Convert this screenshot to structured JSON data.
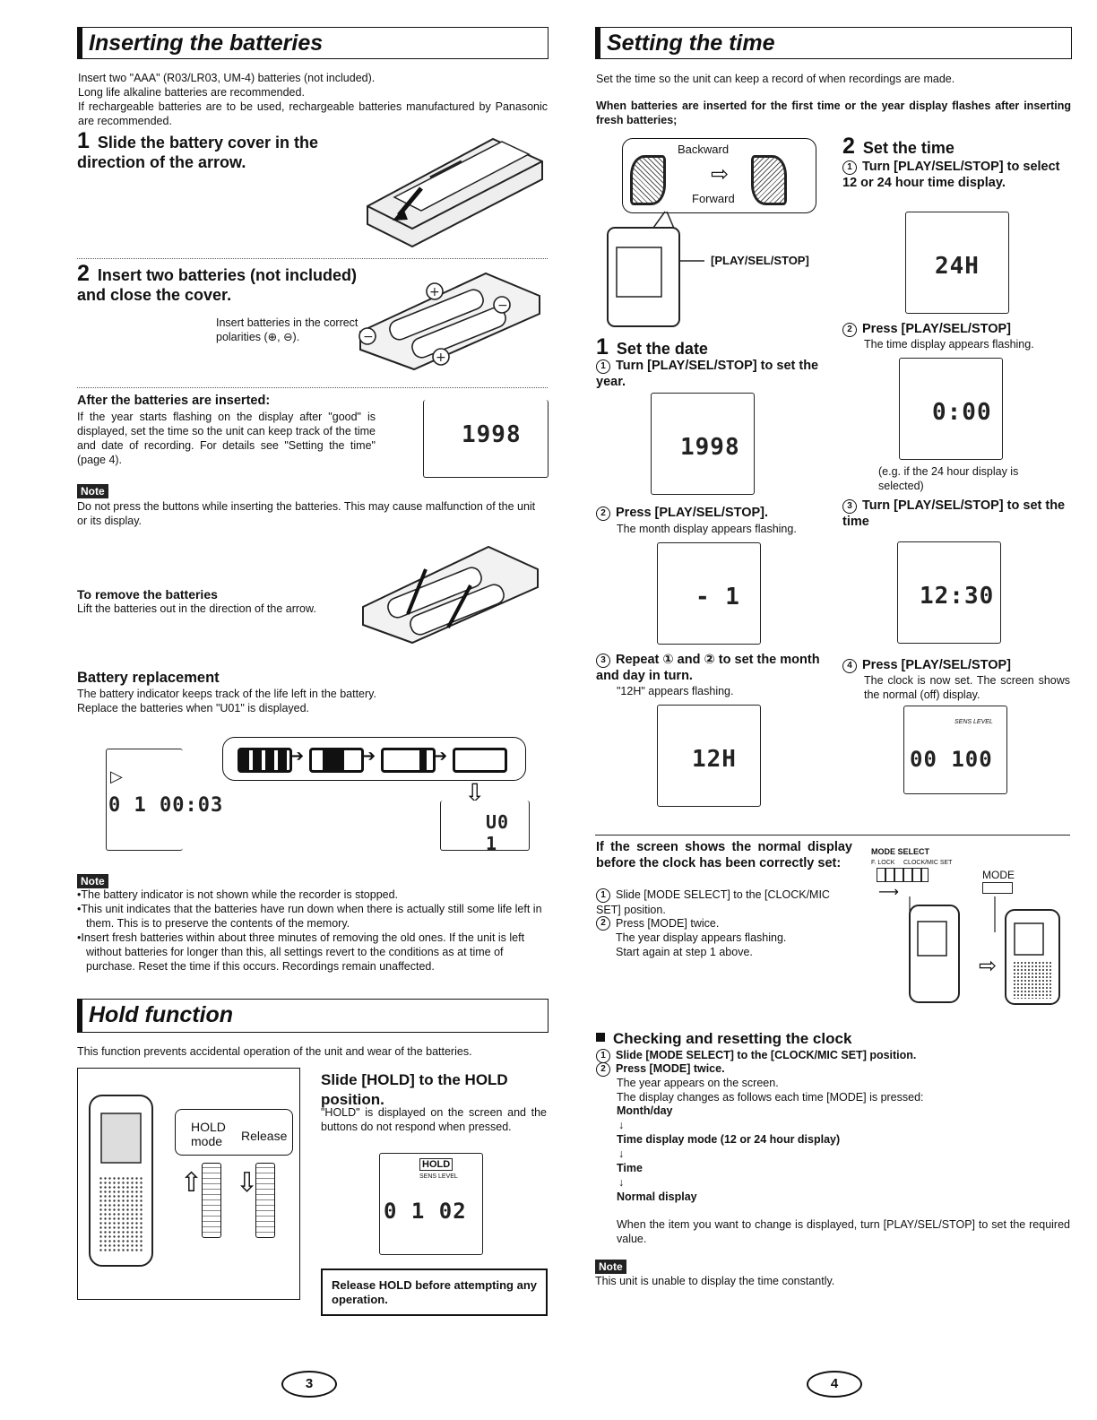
{
  "left": {
    "title": "Inserting the batteries",
    "intro": "Insert two \"AAA\" (R03/LR03, UM-4) batteries (not included).\nLong life alkaline batteries are recommended.\nIf rechargeable batteries are to be used, rechargeable batteries manufactured by Panasonic are recommended.",
    "step1_num": "1",
    "step1": "Slide the battery cover in the direction of the arrow.",
    "step2_num": "2",
    "step2": "Insert two batteries (not included) and close the cover.",
    "step2_note": "Insert batteries in the correct polarities (⊕, ⊖).",
    "after_title": "After the batteries are inserted:",
    "after_text": "If the year starts flashing on the display after \"good\" is displayed, set the time so the unit can keep track of the time and date of recording. For details see \"Setting the time\" (page 4).",
    "after_lcd": "1998",
    "note_label": "Note",
    "note1": "Do not press the buttons while inserting the batteries. This may cause malfunction of the unit or its display.",
    "remove_title": "To remove the batteries",
    "remove_text": "Lift the batteries out in the direction of the arrow.",
    "replace_title": "Battery replacement",
    "replace_text": "The battery indicator keeps track of the life left in the battery.\nReplace the batteries when \"U01\" is displayed.",
    "lcd_main": "0 1 00:03",
    "lcd_u01": "U0 1",
    "note2_items": [
      "•The battery indicator is not shown while the recorder is stopped.",
      "•This unit indicates that the batteries have run down when there is actually still some life left in them. This is to preserve the contents of the memory.",
      "•Insert fresh batteries within about three minutes of removing the old ones. If the unit is left without batteries for longer than this, all settings revert to the conditions as at time of purchase. Reset the time if this occurs. Recordings remain unaffected."
    ],
    "hold_title": "Hold function",
    "hold_intro": "This function prevents accidental operation of the unit and wear of the batteries.",
    "hold_mode": "HOLD\nmode",
    "release": "Release",
    "hold_step": "Slide [HOLD] to the HOLD position.",
    "hold_text": "\"HOLD\" is displayed on the screen and the buttons do not respond when pressed.",
    "hold_lcd_tag": "HOLD",
    "sens_level": "SENS LEVEL",
    "hold_lcd": "0 1 02",
    "hold_warning": "Release HOLD before attempting any operation.",
    "page_num": "3"
  },
  "right": {
    "title": "Setting the time",
    "intro": "Set the time so the unit can keep a record of when recordings are made.",
    "when": "When batteries are inserted for the first time or the year display flashes after inserting fresh batteries;",
    "backward": "Backward",
    "forward": "Forward",
    "play_sel": "[PLAY/SEL/STOP]",
    "s1_num": "1",
    "s1": "Set the date",
    "s1a": "Turn [PLAY/SEL/STOP] to set the year.",
    "lcd_year": "1998",
    "s1b": "Press [PLAY/SEL/STOP].",
    "s1b_text": "The month display appears flashing.",
    "lcd_month": "- 1",
    "s1c": "Repeat ① and ② to set the month and day in turn.",
    "s1c_text": "\"12H\" appears flashing.",
    "lcd_12h": "12H",
    "s2_num": "2",
    "s2": "Set the time",
    "s2a": "Turn [PLAY/SEL/STOP] to select 12 or 24 hour time display.",
    "lcd_24h": "24H",
    "s2b": "Press [PLAY/SEL/STOP]",
    "s2b_text": "The time display appears flashing.",
    "lcd_000": "0:00",
    "s2b_eg": "(e.g. if the 24 hour display is selected)",
    "s2c": "Turn [PLAY/SEL/STOP] to set the time",
    "lcd_1230": "12:30",
    "s2d": "Press [PLAY/SEL/STOP]",
    "s2d_text": "The clock is now set. The screen shows the normal (off) display.",
    "lcd_normal": "00 100",
    "normal_title": "If the screen shows the normal display before the clock has been correctly set:",
    "normal_1": "Slide [MODE SELECT] to the [CLOCK/MIC SET] position.",
    "normal_2": "Press [MODE] twice.\nThe year display appears flashing.\nStart again at step 1 above.",
    "mode_select": "MODE SELECT",
    "f_lock": "F. LOCK",
    "clock_mic_set": "CLOCK/MIC SET",
    "mode": "MODE",
    "check_title": "Checking and resetting the clock",
    "check_1": "Slide [MODE SELECT] to the [CLOCK/MIC SET] position.",
    "check_2": "Press [MODE] twice.",
    "check_text": "The year appears on the screen.\nThe display changes as follows each time [MODE] is pressed:",
    "flow": [
      "Month/day",
      "Time display mode (12 or 24 hour display)",
      "Time",
      "Normal display"
    ],
    "check_end": "When the item you want to change is displayed, turn [PLAY/SEL/STOP] to set the required value.",
    "note_label": "Note",
    "note": "This unit is unable to display the time constantly.",
    "page_num": "4"
  }
}
